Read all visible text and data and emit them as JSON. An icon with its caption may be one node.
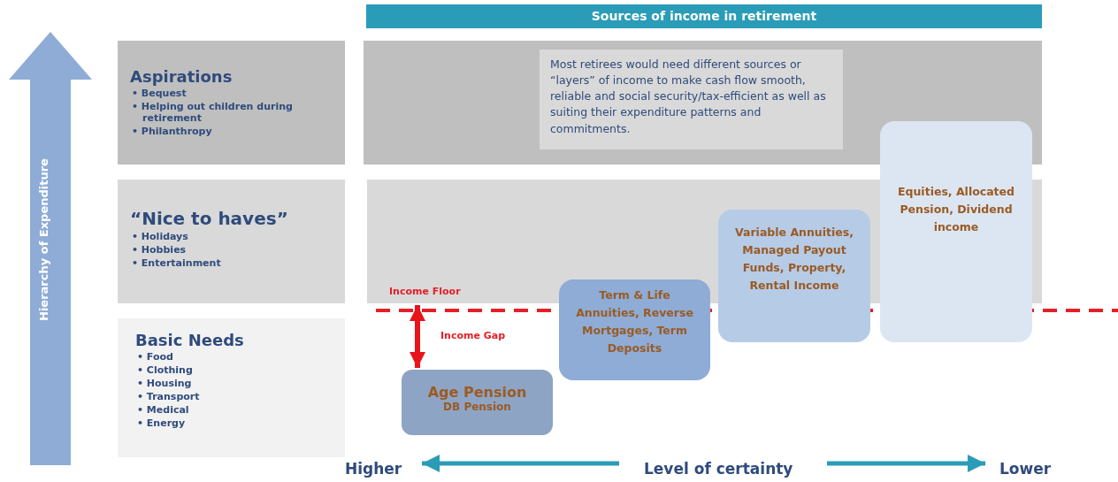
{
  "diagram": {
    "nodes": [
      {
        "text": [
          "Sources of income in retirement"
        ]
      },
      {
        "text": [
          "Hierarchy of Expenditure"
        ]
      },
      {
        "text": [
          "Aspirations",
          "• Bequest",
          "• Helping out children during retirement",
          "• Philanthropy"
        ]
      },
      {
        "text": [
          "“Nice to haves”",
          "• Holidays",
          "• Hobbies",
          "• Entertainment"
        ]
      },
      {
        "text": [
          "Basic Needs",
          "• Food",
          "• Clothing",
          "• Housing",
          "• Transport",
          "• Medical",
          "• Energy"
        ]
      },
      {
        "text": [],
        "shape": "box"
      },
      {
        "text": [
          "Most retirees would need different sources or “layers” of income to make cash flow smooth, reliable and social security/tax-efficient as well as suiting their expenditure patterns and commitments."
        ],
        "in": 5
      },
      {
        "text": [],
        "shape": "box"
      },
      {
        "text": [
          "Age Pension",
          "DB Pension"
        ]
      },
      {
        "text": [
          "Term & Life Annuities, Reverse Mortgages, Term Deposits"
        ]
      },
      {
        "text": [
          "Variable Annuities, Managed Payout Funds, Property, Rental Income"
        ]
      },
      {
        "text": [
          "Equities, Allocated Pension, Dividend income"
        ]
      }
    ],
    "edges": [
      {
        "from": 7,
        "to": 8,
        "arrow": "both",
        "label": "Income Gap"
      }
    ],
    "labels": [
      "Income Floor",
      "Higher",
      "Level of certainty",
      "Lower"
    ]
  }
}
